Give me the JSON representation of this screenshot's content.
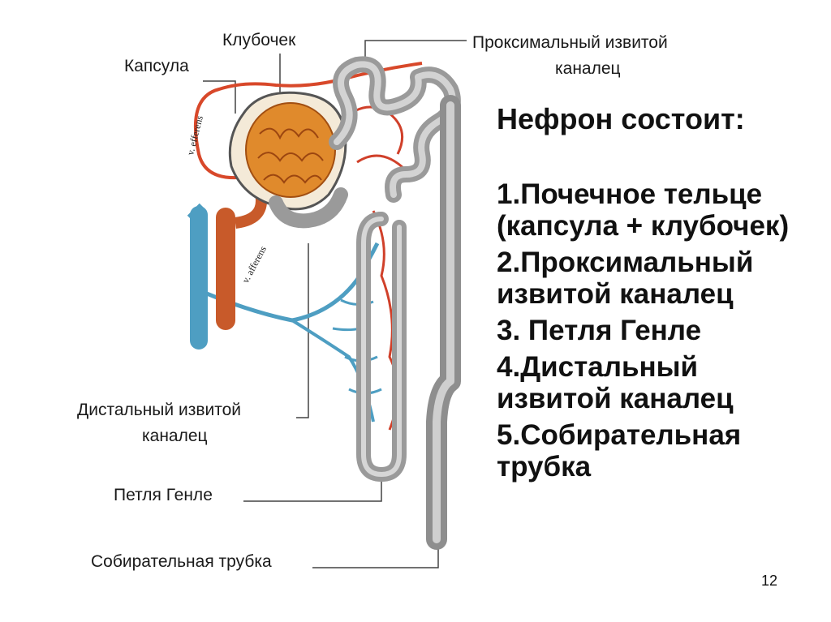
{
  "labels": {
    "glomerulus": "Клубочек",
    "capsule": "Капсула",
    "proximal_line1": "Проксимальный извитой",
    "proximal_line2": "каналец",
    "distal_line1": "Дистальный извитой",
    "distal_line2": "каналец",
    "loop": "Петля Генле",
    "collecting": "Собирательная трубка",
    "v_efferens": "v. efferens",
    "v_afferens": "v. afferens"
  },
  "heading": "Нефрон состоит:",
  "items": [
    "1.Почечное тельце (капсула + клубочек)",
    "2.Проксимальный извитой каналец",
    "3. Петля Генле",
    "4.Дистальный извитой каналец",
    "5.Собирательная трубка"
  ],
  "page_number": "12"
}
